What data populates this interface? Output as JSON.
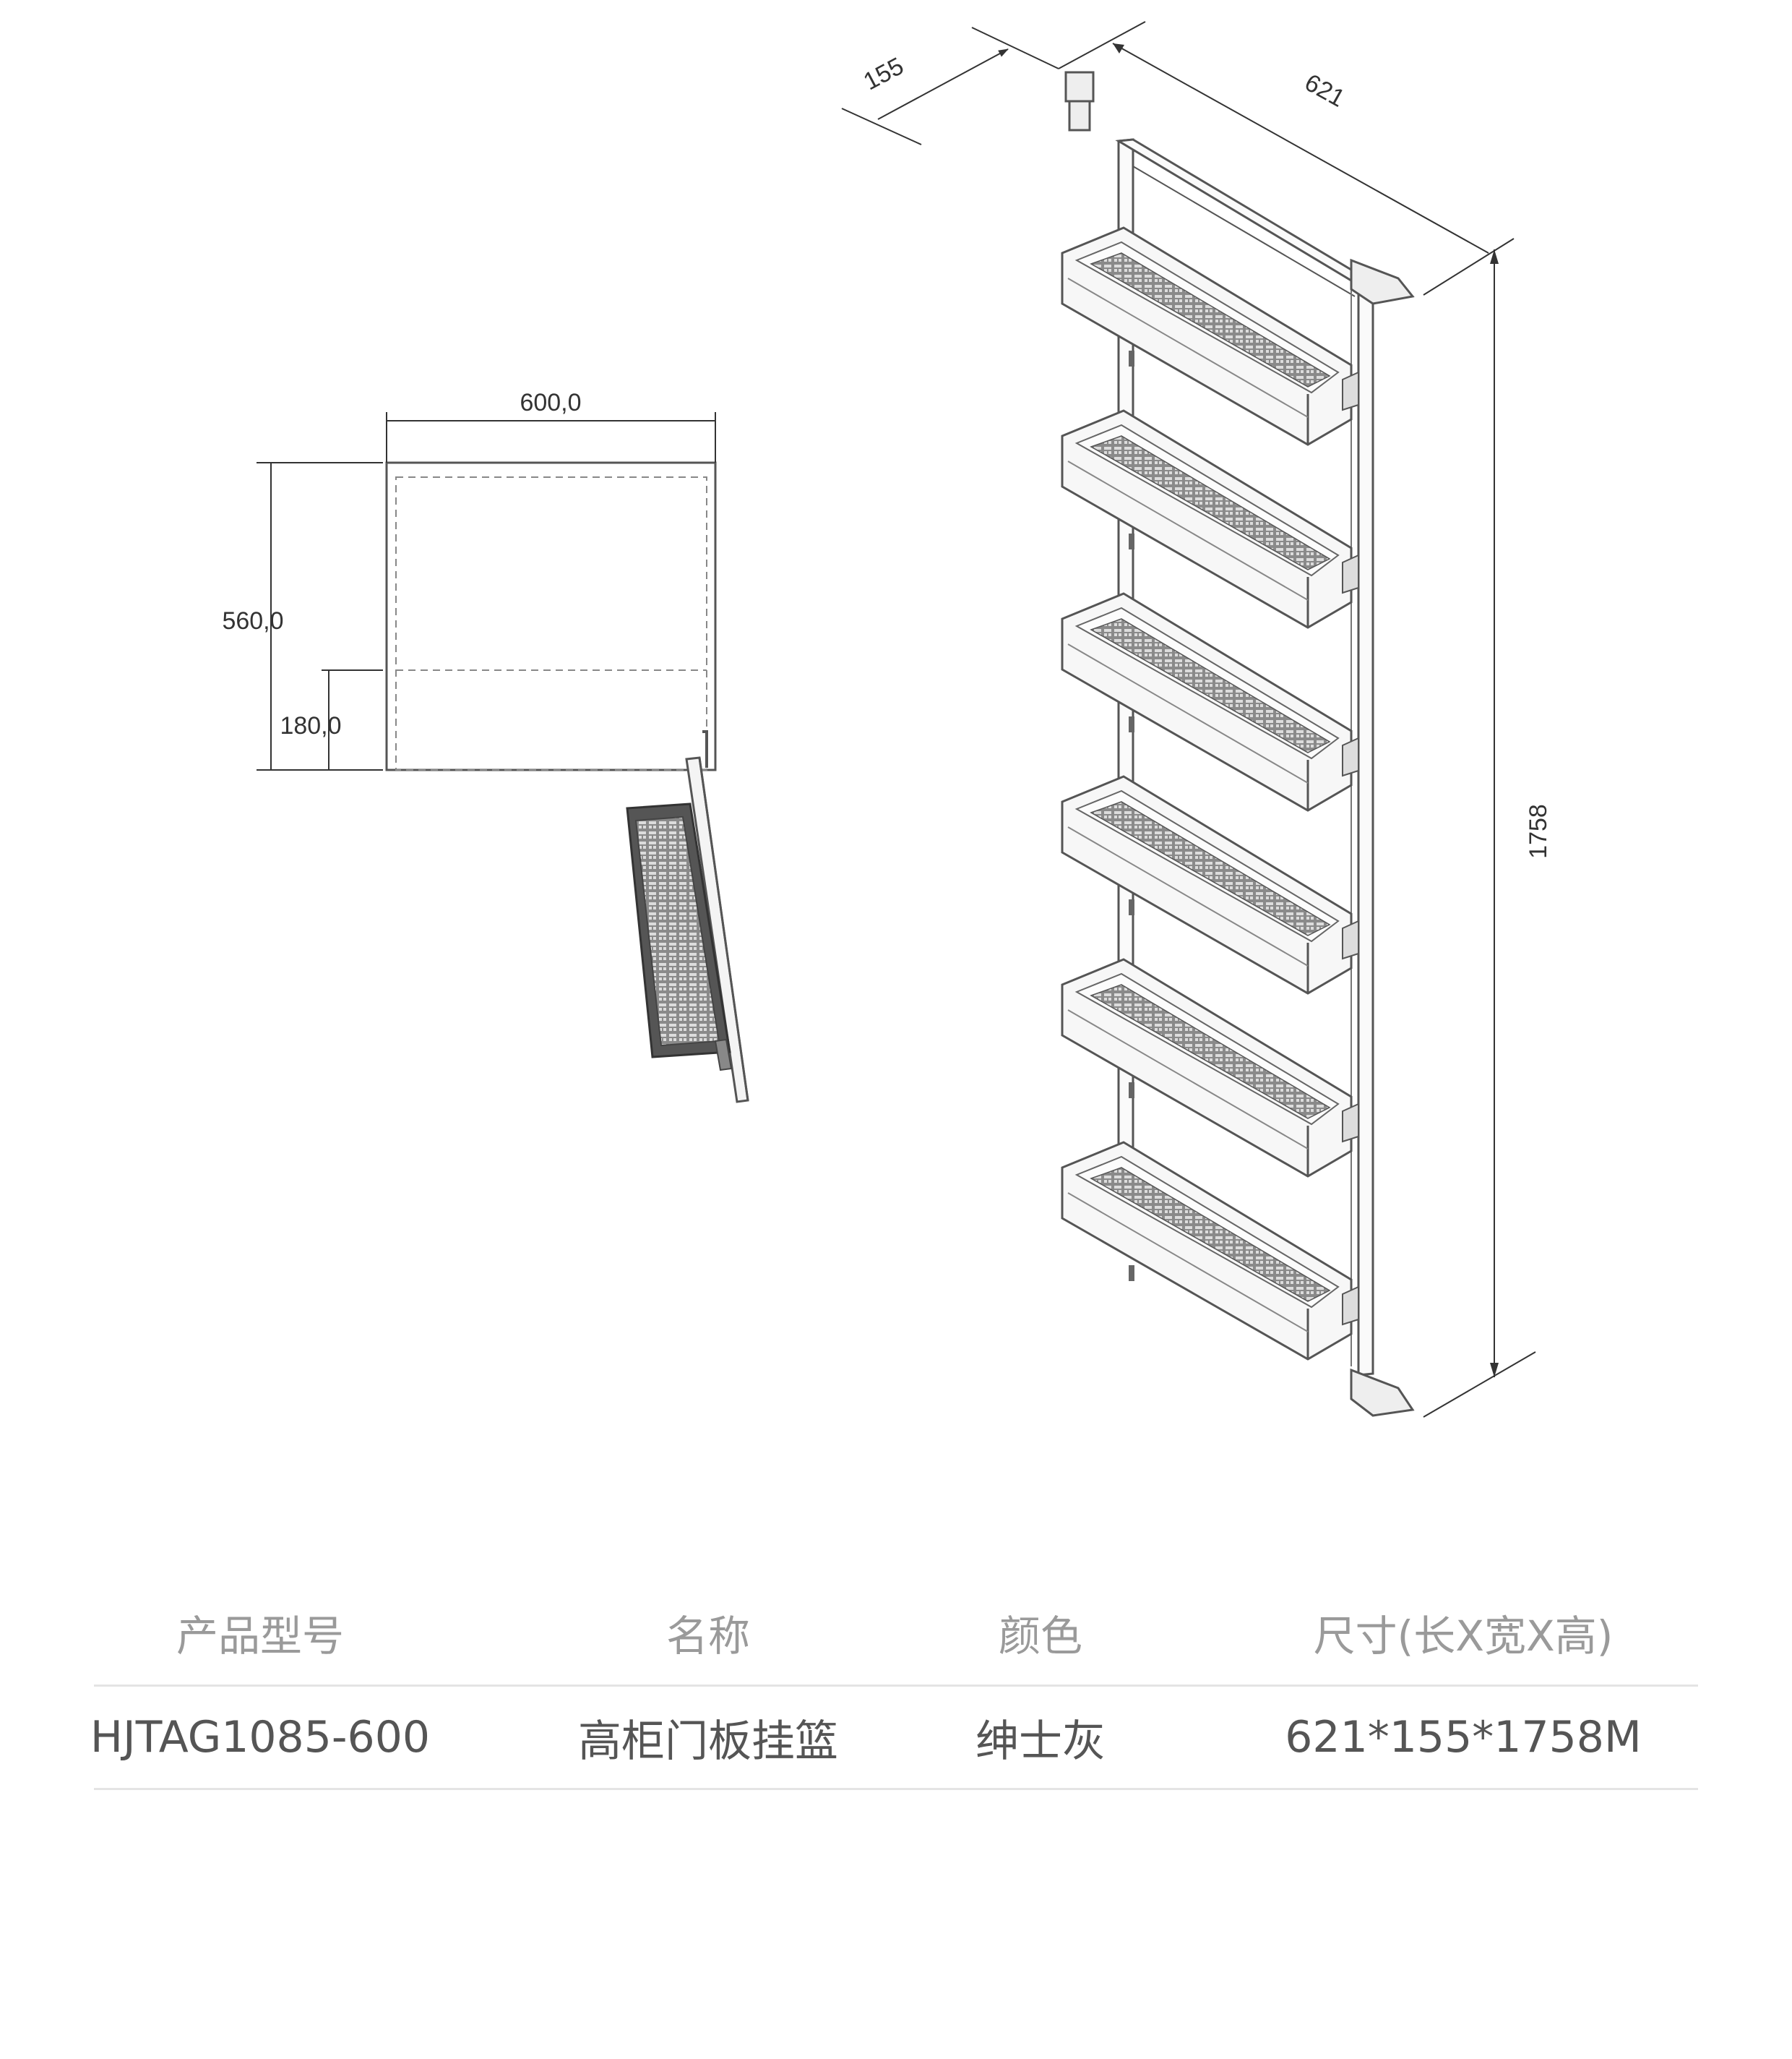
{
  "colors": {
    "line": "#333333",
    "frame": "#555555",
    "basket_fill": "#f7f7f7",
    "mesh": "#6e6e6e",
    "table_header_text": "#9a9a9a",
    "table_body_text": "#555555",
    "table_rule": "#e4e4e4"
  },
  "plan_view": {
    "width_label": "600,0",
    "depth_label": "560,0",
    "offset_label": "180,0"
  },
  "elevation_view": {
    "depth_label": "155",
    "length_label": "621",
    "height_label": "1758",
    "basket_count": 6
  },
  "spec_table": {
    "headers": {
      "model": "产品型号",
      "name": "名称",
      "color": "颜色",
      "size": "尺寸(长X宽X高)"
    },
    "row": {
      "model": "HJTAG1085-600",
      "name": "高柜门板挂篮",
      "color": "绅士灰",
      "size": "621*155*1758M"
    }
  }
}
